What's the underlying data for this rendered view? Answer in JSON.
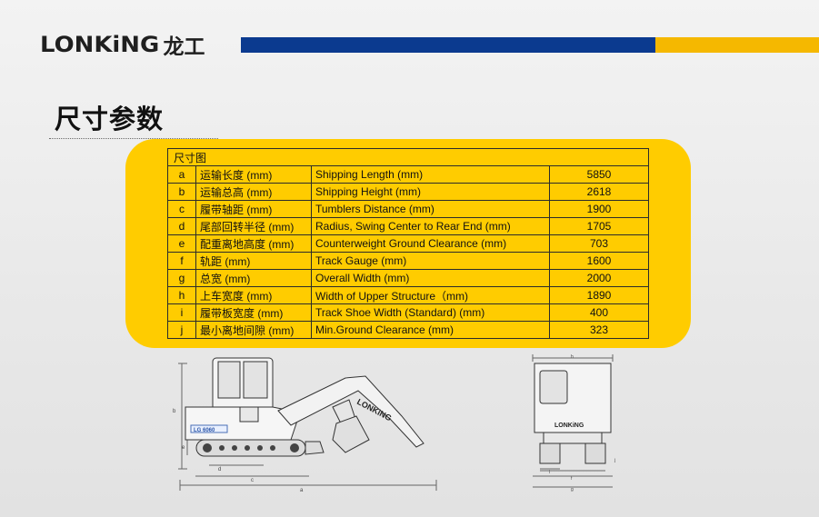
{
  "header": {
    "brand": "LONKiNG",
    "brand_cn": "龙工",
    "colors": {
      "blue": "#0b3a8f",
      "yellow": "#f5b800"
    }
  },
  "section_title": "尺寸参数",
  "table": {
    "header": "尺寸图",
    "rows": [
      {
        "key": "a",
        "cn": "运输长度 (mm)",
        "en": "Shipping Length (mm)",
        "value": "5850"
      },
      {
        "key": "b",
        "cn": "运输总高 (mm)",
        "en": "Shipping Height (mm)",
        "value": "2618"
      },
      {
        "key": "c",
        "cn": "履带轴距 (mm)",
        "en": "Tumblers Distance (mm)",
        "value": "1900"
      },
      {
        "key": "d",
        "cn": "尾部回转半径 (mm)",
        "en": "Radius, Swing Center to Rear End (mm)",
        "value": "1705"
      },
      {
        "key": "e",
        "cn": "配重离地高度 (mm)",
        "en": "Counterweight Ground Clearance (mm)",
        "value": "703"
      },
      {
        "key": "f",
        "cn": "轨距 (mm)",
        "en": "Track Gauge (mm)",
        "value": "1600"
      },
      {
        "key": "g",
        "cn": "总宽 (mm)",
        "en": "Overall Width (mm)",
        "value": "2000"
      },
      {
        "key": "h",
        "cn": "上车宽度 (mm)",
        "en": "Width of Upper Structure（mm)",
        "value": "1890"
      },
      {
        "key": "i",
        "cn": "履带板宽度 (mm)",
        "en": "Track Shoe Width (Standard) (mm)",
        "value": "400"
      },
      {
        "key": "j",
        "cn": "最小离地间隙 (mm)",
        "en": "Min.Ground Clearance (mm)",
        "value": "323"
      }
    ]
  },
  "side_drawing": {
    "boom_text": "LONKiNG",
    "model_text": "LG 6060",
    "dim_labels": {
      "a": "a",
      "b": "b",
      "c": "c",
      "d": "d",
      "e": "e"
    }
  },
  "front_drawing": {
    "brand_text": "LONKiNG",
    "dim_labels": {
      "h": "h",
      "i": "i",
      "j": "j",
      "f": "f",
      "g": "g"
    }
  },
  "panel_color": "#ffcc00"
}
